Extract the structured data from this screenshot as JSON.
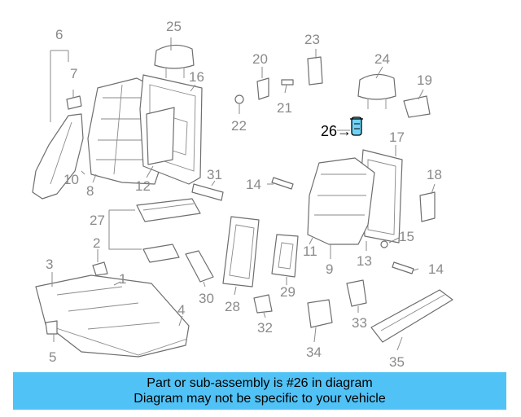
{
  "diagram": {
    "highlighted_part": "26",
    "callouts": [
      "1",
      "2",
      "3",
      "4",
      "5",
      "6",
      "7",
      "8",
      "9",
      "10",
      "11",
      "12",
      "13",
      "14",
      "14",
      "15",
      "16",
      "17",
      "18",
      "19",
      "20",
      "21",
      "22",
      "23",
      "24",
      "25",
      "26",
      "27",
      "28",
      "29",
      "30",
      "31",
      "32",
      "33",
      "34",
      "35"
    ]
  },
  "banner": {
    "line1": "Part or sub-assembly is #26 in diagram",
    "line2": "Diagram may not be specific to your vehicle",
    "color": "#51c2f5"
  }
}
